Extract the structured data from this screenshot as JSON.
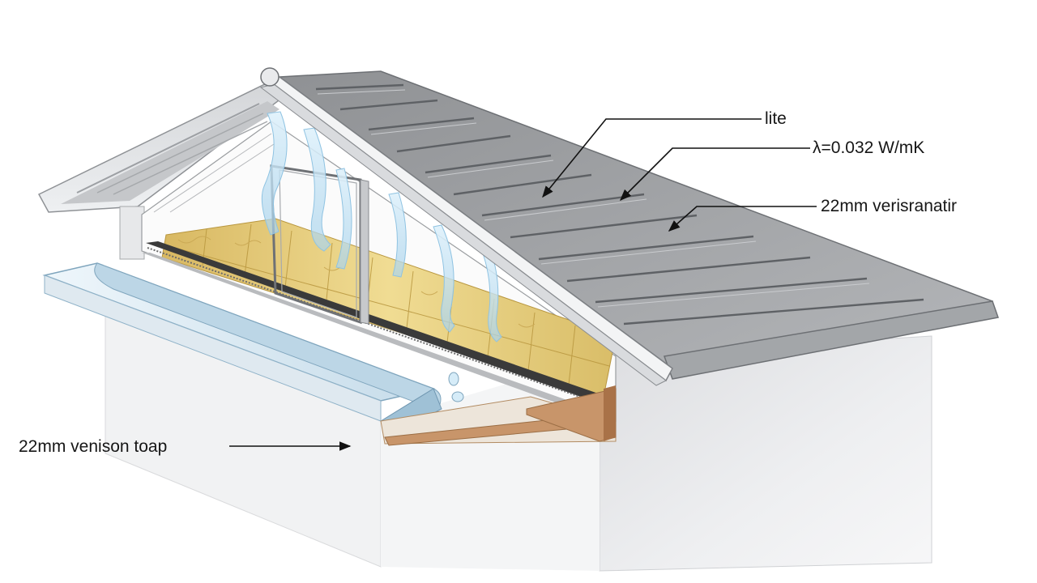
{
  "annotations": [
    {
      "id": "lite",
      "text": "lite"
    },
    {
      "id": "conductivity",
      "text": "λ=0.032 W/mK"
    },
    {
      "id": "top-thickness",
      "text": "22mm verisranatir"
    },
    {
      "id": "bottom-thickness",
      "text": "22mm venison toap"
    }
  ],
  "colors": {
    "roof_tile": "#9a9c9f",
    "roof_edge": "#eceff1",
    "insulation": "#e6cf7a",
    "insulation_dark": "#c9ad52",
    "timber": "#c8956a",
    "membrane": "#2a2a2a",
    "wall": "#e3e4e6",
    "ventilation_air": "#bfe0f2",
    "flashing": "#cfe3ef",
    "pointer": "#111111"
  }
}
